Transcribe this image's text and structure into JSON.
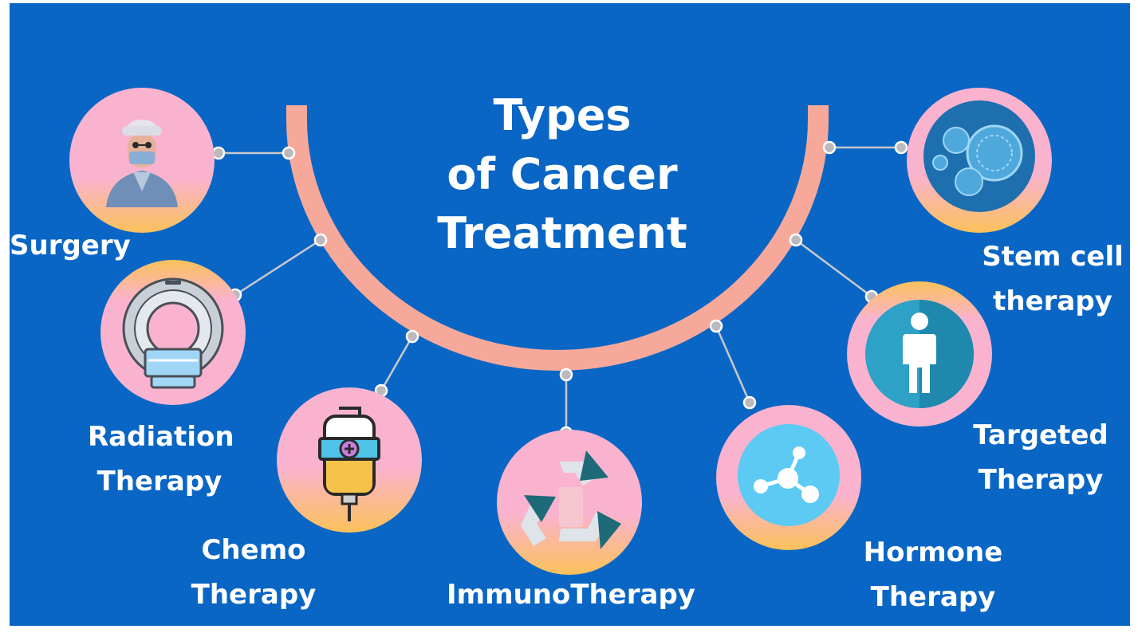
{
  "title": {
    "line1": "Types",
    "line2": "of Cancer",
    "line3": "Treatment"
  },
  "treatments": {
    "surgery": {
      "label": "Surgery",
      "icon": "surgeon-icon"
    },
    "radiation": {
      "line1": "Radiation",
      "line2": "Therapy",
      "icon": "mri-scanner-icon"
    },
    "chemo": {
      "line1": "Chemo",
      "line2": "Therapy",
      "icon": "iv-bag-icon"
    },
    "immuno": {
      "label": "ImmunoTherapy",
      "icon": "recycle-icon"
    },
    "hormone": {
      "line1": "Hormone",
      "line2": "Therapy",
      "icon": "molecule-icon"
    },
    "targeted": {
      "line1": "Targeted",
      "line2": "Therapy",
      "icon": "person-icon"
    },
    "stemcell": {
      "line1": "Stem cell",
      "line2": "therapy",
      "icon": "cells-icon"
    }
  },
  "colors": {
    "background": "#0a66c5",
    "arc": "#f6a99a",
    "circle_pink": "#f9b3cf",
    "circle_orange": "#fbc15a",
    "connector": "#c8c8cc",
    "text": "#ffffff"
  }
}
